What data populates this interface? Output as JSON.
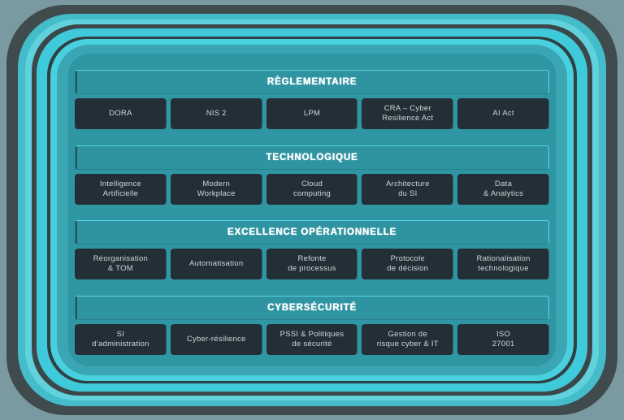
{
  "diagram": {
    "background_color": "#7a99a0",
    "panel_color": "#2f96a3",
    "card_color": "#222f36",
    "accent_color": "#57d6e4",
    "header_text_color": "#ffffff",
    "card_text_color": "#cfd6d9",
    "sections": [
      {
        "title": "RÈGLEMENTAIRE",
        "cards": [
          "DORA",
          "NIS 2",
          "LPM",
          "CRA – Cyber\nResilience Act",
          "AI Act"
        ]
      },
      {
        "title": "TECHNOLOGIQUE",
        "cards": [
          "Intelligence\nArtificielle",
          "Modern\nWorkplace",
          "Cloud\ncomputing",
          "Architecture\ndu SI",
          "Data\n& Analytics"
        ]
      },
      {
        "title": "EXCELLENCE OPÉRATIONNELLE",
        "cards": [
          "Réorganisation\n& TOM",
          "Automatisation",
          "Refonte\nde processus",
          "Protocole\nde décision",
          "Rationalisation\ntechnologique"
        ]
      },
      {
        "title": "CYBERSÉCURITÉ",
        "cards": [
          "SI\nd’administration",
          "Cyber-résilience",
          "PSSI & Politiques\nde sécurité",
          "Gestion de\nrisque cyber & IT",
          "ISO\n27001"
        ]
      }
    ]
  }
}
